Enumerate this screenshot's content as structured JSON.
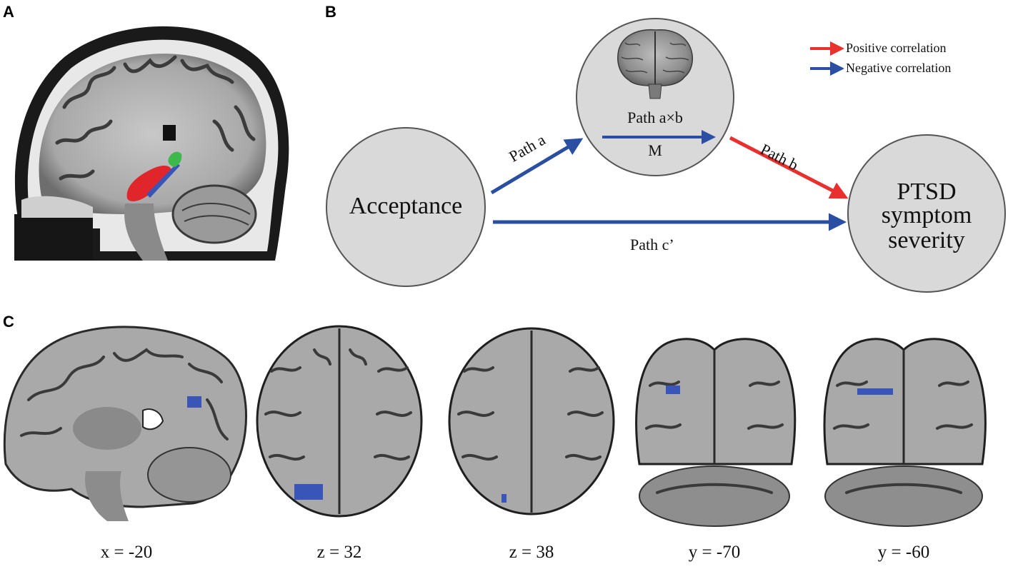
{
  "panels": {
    "a": "A",
    "b": "B",
    "c": "C"
  },
  "legend": {
    "positive": {
      "label": "Positive correlation",
      "color": "#e8302f"
    },
    "negative": {
      "label": "Negative correlation",
      "color": "#2a4ea2"
    }
  },
  "nodes": {
    "acceptance": "Acceptance",
    "mediator_path": "Path a×b",
    "mediator_m": "M",
    "outcome": [
      "PTSD",
      "symptom",
      "severity"
    ]
  },
  "paths": {
    "a": "Path a",
    "b": "Path b",
    "c": "Path c’"
  },
  "slices": [
    {
      "label": "x = -20",
      "view": "sagittal"
    },
    {
      "label": "z = 32",
      "view": "axial"
    },
    {
      "label": "z = 38",
      "view": "axial"
    },
    {
      "label": "y = -70",
      "view": "coronal"
    },
    {
      "label": "y = -60",
      "view": "coronal"
    }
  ],
  "colors": {
    "node_fill": "#d9d9d9",
    "node_stroke": "#555555",
    "cluster": "#3a55b8",
    "roi_red": "#e0262a",
    "roi_green": "#3db84a"
  }
}
